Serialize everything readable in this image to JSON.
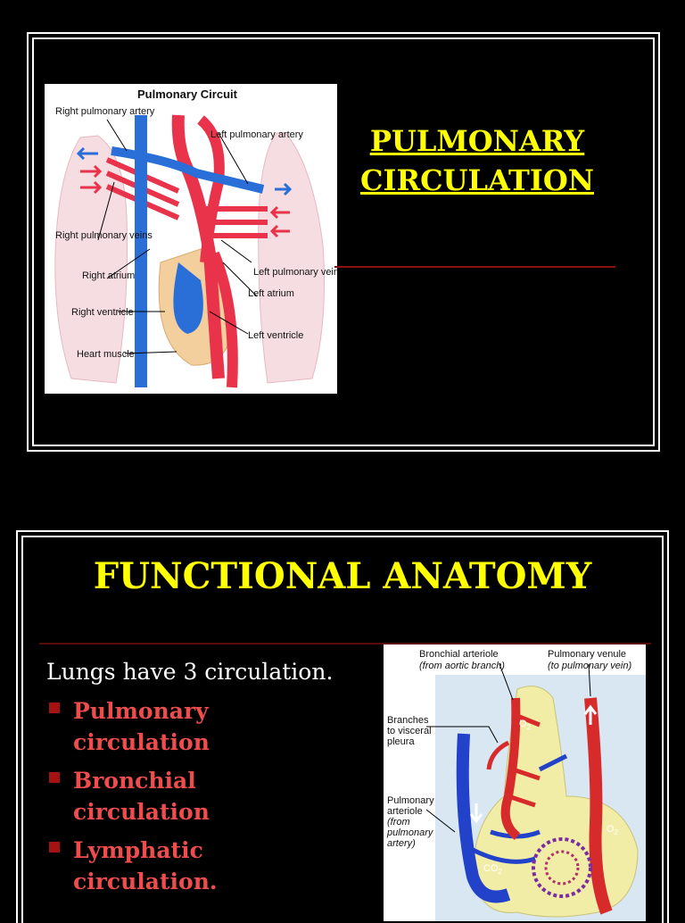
{
  "slide1": {
    "title_line1": "PULMONARY ",
    "title_line2": "CIRCULATION",
    "figure": {
      "title": "Pulmonary Circuit",
      "labels": {
        "right_pulmonary_artery": "Right pulmonary artery",
        "left_pulmonary_artery": "Left pulmonary artery",
        "right_pulmonary_veins": "Right pulmonary veins",
        "right_atrium": "Right atrium",
        "right_ventricle": "Right ventricle",
        "heart_muscle": "Heart muscle",
        "left_pulmonary_veins": "Left pulmonary veins",
        "left_atrium": "Left atrium",
        "left_ventricle": "Left ventricle"
      }
    }
  },
  "slide2": {
    "title": "FUNCTIONAL ANATOMY",
    "intro": "Lungs have 3 circulation.",
    "bullets": [
      {
        "line1": "Pulmonary",
        "line2": "circulation"
      },
      {
        "line1": "Bronchial",
        "line2": "circulation"
      },
      {
        "line1": "Lymphatic",
        "line2": "circulation."
      }
    ],
    "figure": {
      "bronchial_arteriole": "Bronchial arteriole",
      "bronchial_arteriole_sub": "(from aortic branch)",
      "pulmonary_venule": "Pulmonary venule",
      "pulmonary_venule_sub": "(to pulmonary vein)",
      "branches_1": "Branches",
      "branches_2": "to visceral",
      "branches_3": "pleura",
      "pa_1": "Pulmonary",
      "pa_2": "arteriole",
      "pa_3": "(from",
      "pa_4": "pulmonary",
      "pa_5": "artery)",
      "co2": "CO",
      "o2": "O",
      "sub2": "2"
    }
  },
  "colors": {
    "title": "#ffff00",
    "bullet_text": "#ef4d4d",
    "bullet_mark": "#a51212",
    "artery_blue": "#2a6fd8",
    "vessel_red": "#e8334a"
  }
}
